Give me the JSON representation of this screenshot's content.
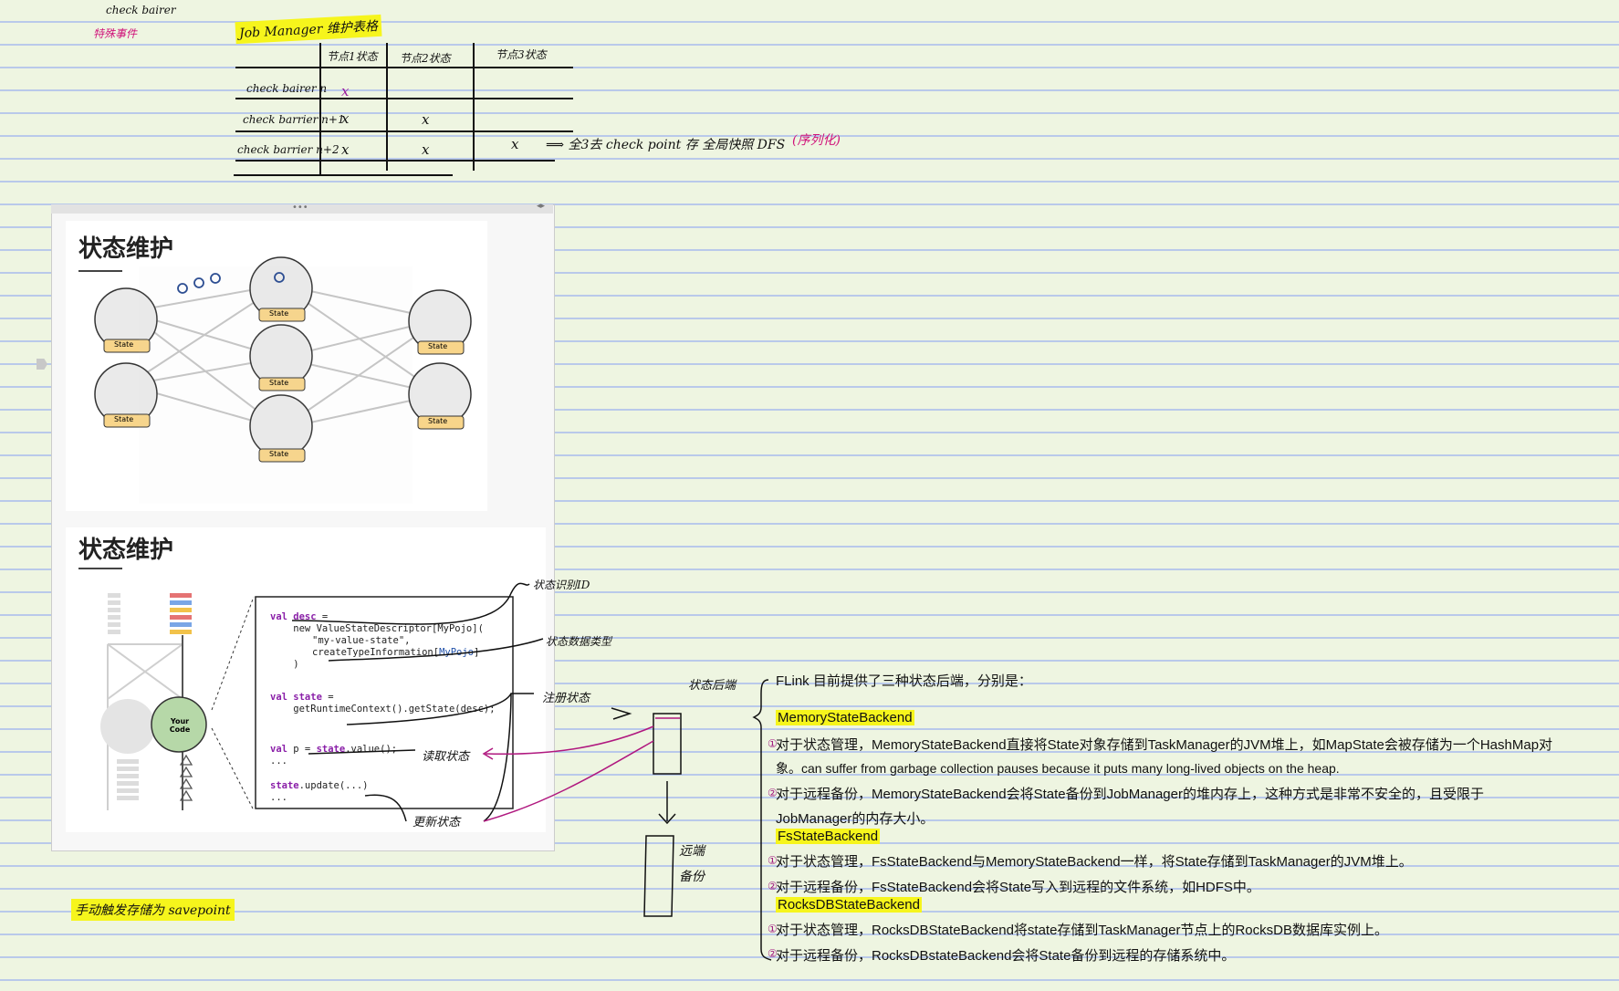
{
  "notes": {
    "check_bairer": "check bairer",
    "special_event": "特殊事件",
    "jm_title": "Job Manager 维护表格",
    "manual_savepoint": "手动触发存储为 savepoint"
  },
  "jm_table": {
    "headers": [
      "节点1状态",
      "节点2状态",
      "节点3状态"
    ],
    "rows": [
      {
        "label": "check bairer n",
        "marks": [
          "x",
          "",
          ""
        ]
      },
      {
        "label": "check barrier n+1",
        "marks": [
          "x",
          "x",
          ""
        ]
      },
      {
        "label": "check barrier n+2",
        "marks": [
          "x",
          "x",
          "x"
        ]
      }
    ],
    "annotation": "⟹ 全3去 check point 存 全局快照 DFS",
    "annotation_paren": "(序列化)"
  },
  "slides": [
    {
      "title": "状态维护",
      "state_label": "State"
    },
    {
      "title": "状态维护",
      "your_code": "Your Code",
      "code": {
        "l1a": "val",
        "l1b": " desc",
        "l1c": " =",
        "l2": "    new ValueStateDescriptor[MyPojo](",
        "l3": "\"my-value-state\",",
        "l4a": "createTypeInformation[",
        "l4b": "MyPojo",
        "l4c": "]",
        "l5": "    )",
        "l6a": "val",
        "l6b": " state",
        "l6c": " =",
        "l7": "    getRuntimeContext().getState(desc);",
        "l8a": "val",
        "l8b": " p = ",
        "l8c": "state",
        "l8d": ".value();",
        "l9": "...",
        "l10a": "state",
        "l10b": ".update(...)",
        "l11": "..."
      }
    }
  ],
  "annotations": {
    "state_id": "状态识别ID",
    "state_type": "状态数据类型",
    "register_state": "注册状态",
    "read_state": "读取状态",
    "update_state": "更新状态",
    "state_backend": "状态后端",
    "remote_backup_1": "远端",
    "remote_backup_2": "备份"
  },
  "backends": {
    "intro": "FLink 目前提供了三种状态后端，分别是：",
    "memory_name": "MemoryStateBackend",
    "memory_1": "对于状态管理，MemoryStateBackend直接将State对象存储到TaskManager的JVM堆上，如MapState会被存储为一个HashMap对",
    "memory_1b": "象。can suffer from garbage collection pauses because it puts many long-lived objects on the heap.",
    "memory_2": "对于远程备份，MemoryStateBackend会将State备份到JobManager的堆内存上，这种方式是非常不安全的，且受限于",
    "memory_2b": "JobManager的内存大小。",
    "fs_name": "FsStateBackend",
    "fs_1": "对于状态管理，FsStateBackend与MemoryStateBackend一样，将State存储到TaskManager的JVM堆上。",
    "fs_2": "对于远程备份，FsStateBackend会将State写入到远程的文件系统，如HDFS中。",
    "rocks_name": "RocksDBStateBackend",
    "rocks_1": "对于状态管理，RocksDBStateBackend将state存储到TaskManager节点上的RocksDB数据库实例上。",
    "rocks_2": "对于远程备份，RocksDBstateBackend会将State备份到远程的存储系统中。"
  }
}
